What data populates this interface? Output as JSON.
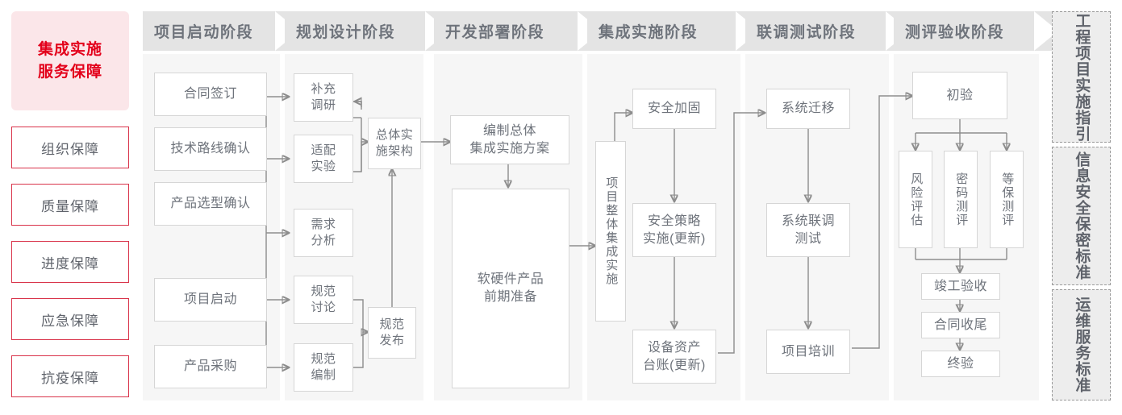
{
  "left_sidebar": {
    "title": "集成实施\n服务保障",
    "title_line1": "集成实施",
    "title_line2": "服务保障",
    "items": [
      {
        "label": "组织保障"
      },
      {
        "label": "质量保障"
      },
      {
        "label": "进度保障"
      },
      {
        "label": "应急保障"
      },
      {
        "label": "抗疫保障"
      }
    ]
  },
  "phases": [
    {
      "id": "p1",
      "header": "项目启动阶段"
    },
    {
      "id": "p2",
      "header": "规划设计阶段"
    },
    {
      "id": "p3",
      "header": "开发部署阶段"
    },
    {
      "id": "p4",
      "header": "集成实施阶段"
    },
    {
      "id": "p5",
      "header": "联调测试阶段"
    },
    {
      "id": "p6",
      "header": "测评验收阶段"
    }
  ],
  "nodes": {
    "n_hetong": "合同签订",
    "n_jishu": "技术路线确认",
    "n_chanpin_xuanxing": "产品选型确认",
    "n_xiangmu_qidong": "项目启动",
    "n_chanpin_caigou": "产品采购",
    "n_buchong_diaoyan": "补充\n调研",
    "n_shipei_shiyan": "适配\n实验",
    "n_xuqiu_fenxi": "需求\n分析",
    "n_guifan_taolun": "规范\n讨论",
    "n_guifan_bianzhi": "规范\n编制",
    "n_zongti_shishi": "总体实\n施架构",
    "n_guifan_fabu": "规范\n发布",
    "n_bianzhi_zongti": "编制总体\n集成实施方案",
    "n_ruanyingjian": "软硬件产品\n前期准备",
    "n_xiangmu_zhengti": "项目整体集成实施",
    "n_anquan_jiagu": "安全加固",
    "n_anquan_celue": "安全策略\n实施(更新)",
    "n_shebei_zichan": "设备资产\n台账(更新)",
    "n_xitong_qianyi": "系统迁移",
    "n_xitong_liantiao": "系统联调\n测试",
    "n_xiangmu_peixun": "项目培训",
    "n_chuyan": "初验",
    "n_fengxian_pinggu": "风险评估",
    "n_mima_ceping": "密码测评",
    "n_dengbao_ceping": "等保测评",
    "n_jungong_yanshou": "竣工验收",
    "n_hetong_shouwei": "合同收尾",
    "n_zhongyan": "终验"
  },
  "right_sidebar": {
    "panels": [
      {
        "label": "工程项目实施指引"
      },
      {
        "label": "信息安全保密标准"
      },
      {
        "label": "运维服务标准"
      }
    ]
  },
  "colors": {
    "accent_red": "#e3001b",
    "accent_red_border": "#d9334a",
    "title_bg": "#fbe6e9",
    "header_bg": "#e4e4e4",
    "column_bg": "#f6f6f6",
    "node_border": "#d6d6d6",
    "text_gray": "#6e737b",
    "arrow_gray": "#8d8d8d"
  }
}
